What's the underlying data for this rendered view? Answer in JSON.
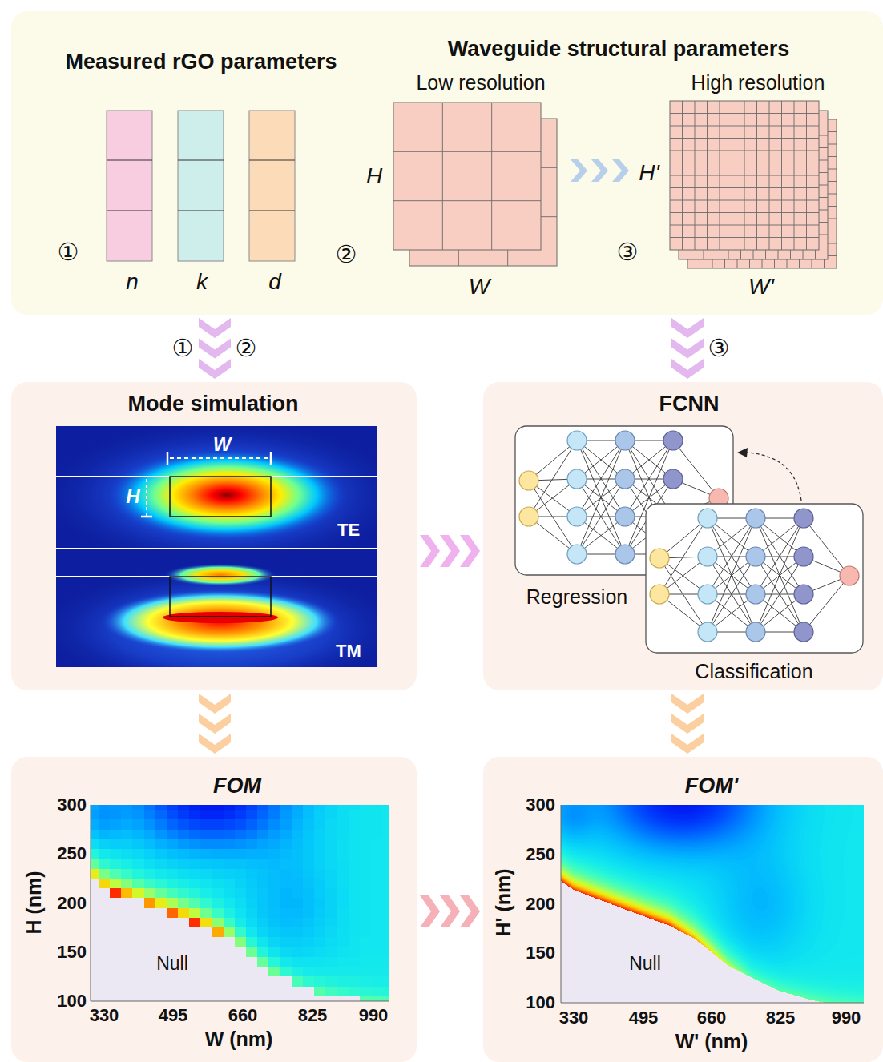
{
  "diagram": {
    "nodes": [
      {
        "text": [
          "Measured rGO parameters",
          "Waveguide structural parameters"
        ]
      },
      {
        "text": [
          "Mode simulation"
        ]
      },
      {
        "text": [
          "FCNN"
        ]
      },
      {
        "text": [
          "FOM"
        ]
      },
      {
        "text": [
          "FOM'"
        ]
      }
    ],
    "edges": [
      {
        "from": 0,
        "to": 1,
        "arrow": "to"
      },
      {
        "from": 0,
        "to": 2,
        "arrow": "to"
      },
      {
        "from": 1,
        "to": 2,
        "arrow": "to"
      },
      {
        "from": 1,
        "to": 3,
        "arrow": "to"
      },
      {
        "from": 2,
        "to": 4,
        "arrow": "to"
      },
      {
        "from": 3,
        "to": 4,
        "arrow": "to"
      }
    ],
    "labels": [
      "①",
      "n",
      "k",
      "d",
      "②",
      "Low resolution",
      "H",
      "W",
      "High resolution",
      "③",
      "H'",
      "W'",
      "①",
      "②",
      "③",
      "W",
      "H",
      "TE",
      "TM",
      "Regression",
      "Classification",
      "300",
      "250",
      "200",
      "150",
      "100",
      "330",
      "495",
      "660",
      "825",
      "990",
      "H (nm)",
      "W (nm)",
      "Null",
      "300",
      "250",
      "200",
      "150",
      "100",
      "330",
      "495",
      "660",
      "825",
      "990",
      "H' (nm)",
      "W' (nm)",
      "Null"
    ]
  }
}
